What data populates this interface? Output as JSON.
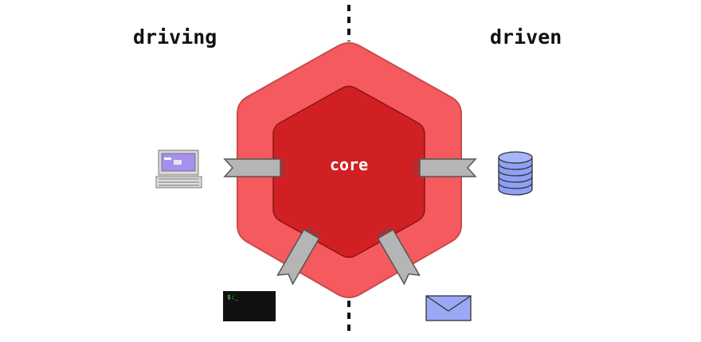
{
  "labels": {
    "driving": "driving",
    "driven": "driven",
    "core": "core",
    "terminal_prompt": "$:_"
  },
  "icons": {
    "driving": [
      "computer-icon",
      "terminal-icon"
    ],
    "driven": [
      "database-icon",
      "mail-icon"
    ]
  },
  "colors": {
    "outer_hexagon": "#f55a5e",
    "inner_hexagon": "#d12024",
    "adapter": "#b5b5b5",
    "database": "#8fa0f5",
    "mail": "#9aa8f5",
    "terminal": "#111111",
    "computer_screen": "#a58ff0"
  }
}
